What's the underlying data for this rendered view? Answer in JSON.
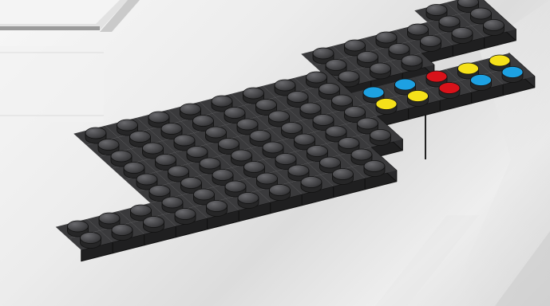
{
  "scene": {
    "colors": {
      "plate": "#3a3a3c",
      "plate_side": "#1f1f20",
      "plate_edge": "#111111",
      "stud_top": "#4a4a4d",
      "stud_side": "#262627",
      "tile_yellow": "#f5e11a",
      "tile_blue": "#1da1e2",
      "tile_red": "#d8121a",
      "connector_line": "#222222"
    },
    "colored_tiles": [
      "yellow",
      "yellow",
      "red",
      "blue",
      "blue",
      "yellow",
      "yellow",
      "red",
      "blue",
      "blue"
    ]
  }
}
